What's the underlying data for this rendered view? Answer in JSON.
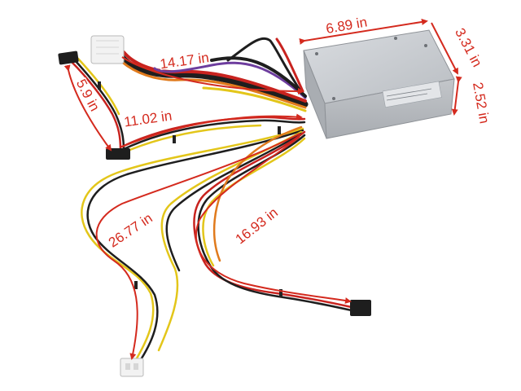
{
  "image": {
    "subject": "power-supply-unit",
    "colors": {
      "annotation": "#d42a1e",
      "psu_body": "#c9ccd0",
      "wire_red": "#c8231f",
      "wire_black": "#1e1e1e",
      "wire_yellow": "#e3c61a",
      "wire_orange": "#e07a1c",
      "wire_purple": "#6d3d9e",
      "connector_white": "#f2f2f2"
    },
    "dimensions": {
      "psu_length": "6.89 in",
      "psu_depth": "3.31 in",
      "psu_height": "2.52 in",
      "cable_24pin": "14.17 in",
      "cable_sata_short": "5.9 in",
      "cable_sata_mid": "11.02 in",
      "cable_4pin": "26.77 in",
      "cable_sata_long": "16.93 in"
    }
  }
}
